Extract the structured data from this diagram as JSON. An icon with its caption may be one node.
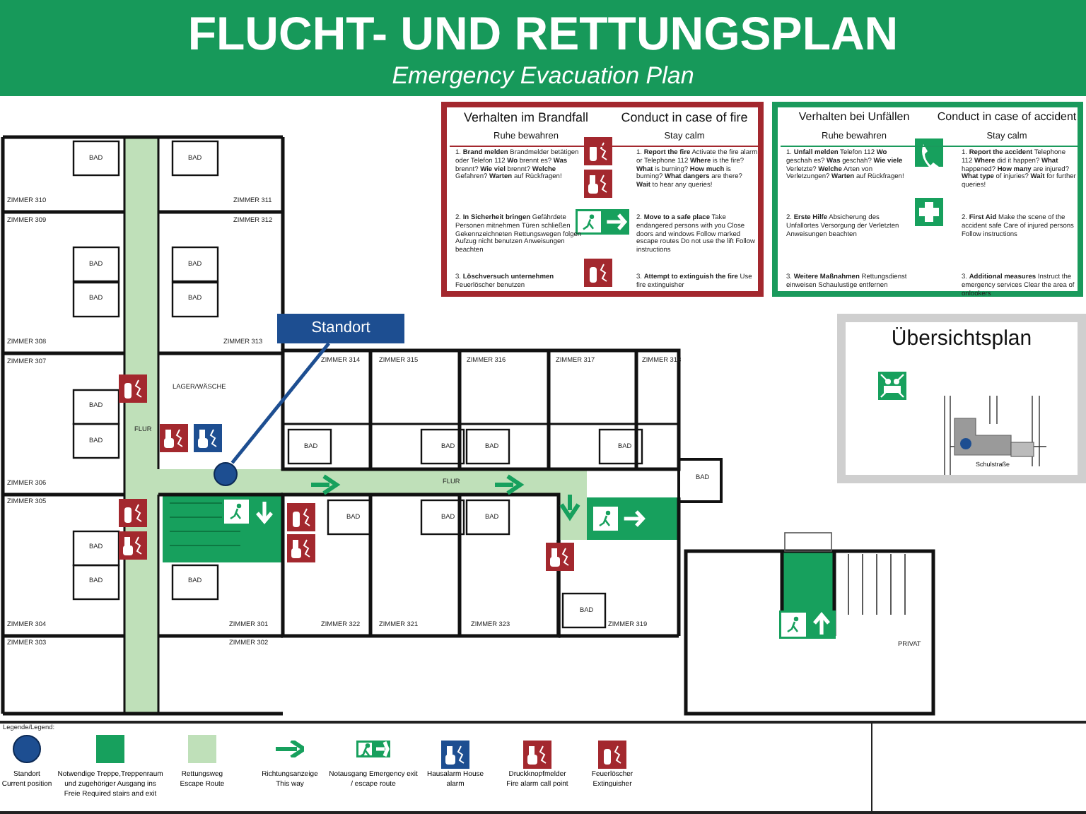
{
  "diagram": {
    "title": "FLUCHT- UND RETTUNGSPLAN",
    "nodes": [
      {
        "text": [
          "Verhalten im Brandfall",
          "Ruhe bewahren",
          "Conduct in case of fire",
          "Stay calm",
          "1. **Brand melden** Brandmelder betätigen oder Telefon 112 **Wo** brennt es? **Was** brennt? **Wie viel** brennt? **Welche** Gefahren? **Warten** auf Rückfragen!",
          "1. **Report the fire** Activate the fire alarm or Telephone 112 **Where** is the fire? **What** is burning? **How much** is burning? **What dangers** are there? **Wait** to hear any queries!",
          "2. **In Sicherheit bringen** Gefährdete Personen mitnehmen Türen schließen Gekennzeichneten Rettungswegen folgen Aufzug nicht benutzen Anweisungen beachten",
          "2. **Move to a safe place** Take endangered persons with you Close doors and windows Follow marked escape routes Do not use the lift Follow instructions",
          "3. **Löschversuch unternehmen** Feuerlöscher benutzen",
          "3. **Attempt to extinguish the fire** Use fire extinguisher"
        ]
      },
      {
        "text": [
          "Verhalten bei Unfällen",
          "Ruhe bewahren",
          "Conduct in case of accident",
          "Stay calm",
          "1. **Unfall melden** Telefon 112 **Wo** geschah es? **Was** geschah? **Wie viele** Verletzte? **Welche** Arten von Verletzungen? **Warten** auf Rückfragen!",
          "1. **Report the accident** Telephone 112 **Where** did it happen? **What** happened? **How many** are injured? **What type** of injuries? **Wait** for further queries!",
          "2. **Erste Hilfe** Absicherung des Unfallortes Versorgung der Verletzten Anweisungen beachten",
          "2. **First Aid** Make the scene of the accident safe Care of injured persons Follow instructions",
          "3. **Weitere Maßnahmen** Rettungsdienst einweisen Schaulustige entfernen",
          "3. **Additional measures** Instruct the emergency services Clear the area of onlookers"
        ]
      },
      {
        "text": [
          "Standort"
        ]
      },
      {
        "text": [
          "Übersichtsplan",
          "Schulstraße"
        ]
      },
      {
        "text": [],
        "shape": "circle"
      }
    ],
    "edges": [
      {
        "from": 2,
        "to": 4,
        "arrow": "none"
      }
    ],
    "labels": [
      "Emergency Evacuation Plan",
      "BAD",
      "BAD",
      "ZIMMER 310",
      "ZIMMER 311",
      "ZIMMER 309",
      "ZIMMER 312",
      "BAD",
      "BAD",
      "BAD",
      "BAD",
      "ZIMMER 308",
      "ZIMMER 313",
      "ZIMMER 307",
      "ZIMMER 314",
      "ZIMMER 315",
      "ZIMMER 316",
      "ZIMMER 317",
      "ZIMMER 318",
      "LAGER/WÄSCHE",
      "BAD",
      "FLUR",
      "BAD",
      "BAD",
      "BAD",
      "BAD",
      "BAD",
      "ZIMMER 306",
      "FLUR",
      "BAD",
      "ZIMMER 305",
      "BAD",
      "BAD",
      "BAD",
      "BAD",
      "BAD",
      "BAD",
      "BAD",
      "ZIMMER 304",
      "ZIMMER 301",
      "ZIMMER 322",
      "ZIMMER 321",
      "ZIMMER 323",
      "ZIMMER 319",
      "ZIMMER 303",
      "ZIMMER 302",
      "PRIVAT",
      "Legende/Legend:"
    ],
    "legend": [
      {
        "text": "Standort Current position"
      },
      {
        "text": "Notwendige Treppe,Treppenraum und zugehöriger Ausgang ins Freie Required stairs and exit",
        "color": "#17a05d"
      },
      {
        "text": "Rettungsweg Escape Route",
        "color": "#bfe0b9"
      },
      {
        "text": "Richtungsanzeige This way"
      },
      {
        "text": "Notausgang Emergency exit / escape route"
      },
      {
        "text": "Hausalarm House alarm"
      },
      {
        "text": "Druckknopfmelder Fire alarm call point"
      },
      {
        "text": "Feuerlöscher Extinguisher"
      }
    ]
  }
}
